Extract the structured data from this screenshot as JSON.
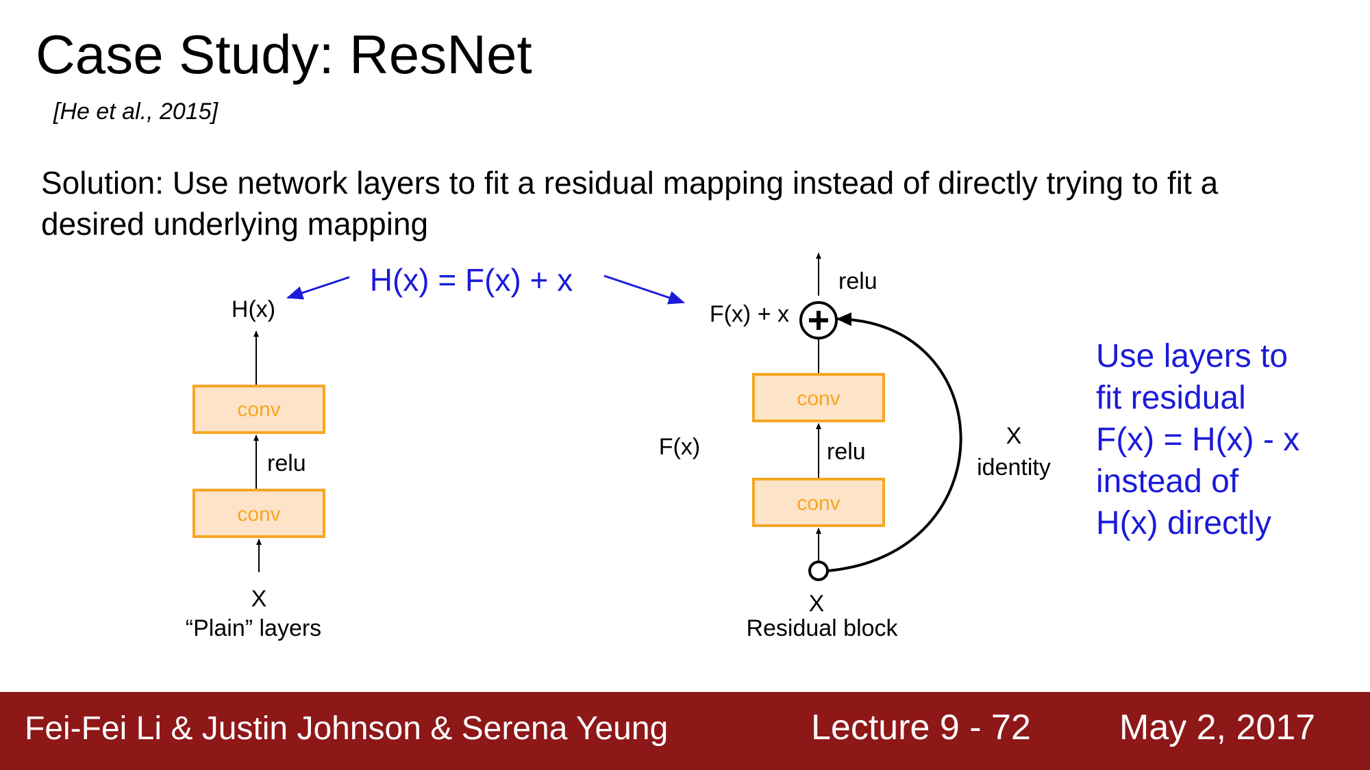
{
  "slide": {
    "title": "Case Study: ResNet",
    "citation": "[He et al., 2015]",
    "body_lines": [
      "Solution: Use network layers to fit a residual mapping instead of directly trying to fit a",
      "desired underlying mapping"
    ]
  },
  "diagram": {
    "equation": "H(x) = F(x) + x",
    "plain": {
      "output_label": "H(x)",
      "conv_top": "conv",
      "conv_bottom": "conv",
      "relu_label": "relu",
      "input_label": "X",
      "caption": "“Plain” layers"
    },
    "residual": {
      "top_relu": "relu",
      "sum_label": "F(x) + x",
      "conv_top": "conv",
      "conv_bottom": "conv",
      "relu_label": "relu",
      "branch_label": "F(x)",
      "identity_x": "X",
      "identity_label": "identity",
      "input_label": "X",
      "caption": "Residual block"
    },
    "side_note": [
      "Use layers to",
      "fit residual",
      "F(x) = H(x) - x",
      "instead of",
      "H(x) directly"
    ],
    "colors": {
      "conv_fill": "#fde3c8",
      "conv_border": "#f5a623",
      "conv_text": "#f5a623",
      "highlight_blue": "#1b1bd9"
    }
  },
  "footer": {
    "authors": "Fei-Fei Li & Justin Johnson & Serena Yeung",
    "lecture": "Lecture 9 - 72",
    "date": "May 2, 2017",
    "background": "#8e1718"
  }
}
